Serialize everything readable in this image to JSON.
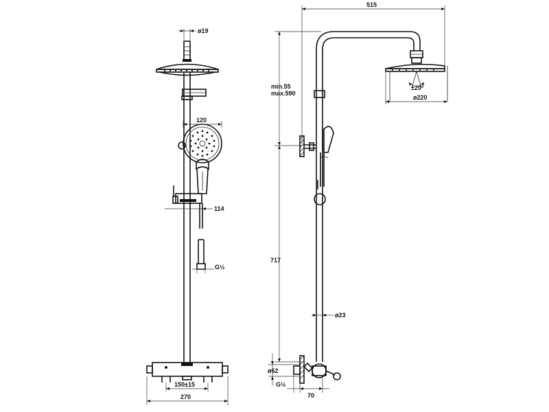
{
  "front_view": {
    "labels": {
      "pipe_diameter": "ø19",
      "handshower_width": "120",
      "bracket_offset": "114",
      "inlet_thread": "G½",
      "inlet_spacing": "150±15",
      "thermostat_width": "270"
    }
  },
  "side_view": {
    "labels": {
      "total_reach": "515",
      "height_adjust_min": "min.55",
      "height_adjust_max": "max.590",
      "tilt_angle": "±20°",
      "head_diameter": "ø220",
      "rail_height": "717",
      "rail_diameter": "ø23",
      "rosette_diameter": "ø62",
      "inlet_thread": "G½",
      "wall_offset": "70"
    }
  }
}
